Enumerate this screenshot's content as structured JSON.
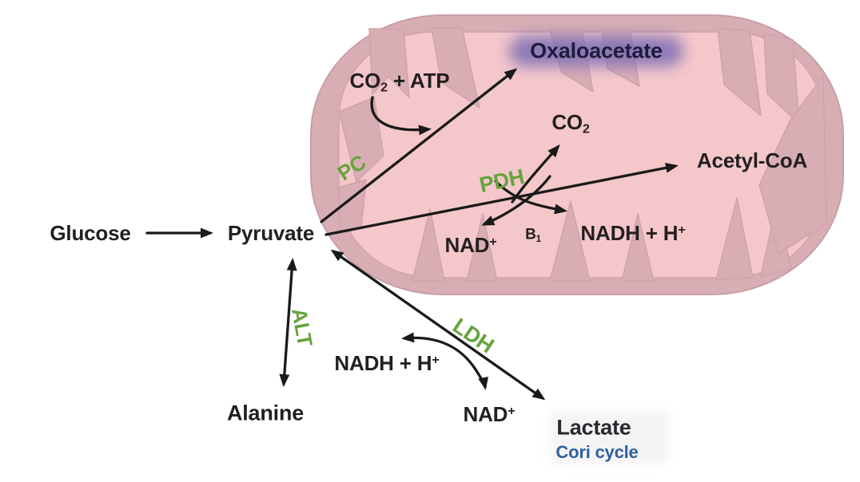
{
  "colors": {
    "background": "#ffffff",
    "text": "#231f20",
    "enzyme_green": "#67a33c",
    "cori_blue": "#2f619e",
    "arrow": "#1a1a1a",
    "mito_membrane": "#d8aeb4",
    "mito_matrix": "#f4c7cb",
    "mito_outline": "#c79fa7",
    "mito_crista_outline": "#cfa3ab",
    "oxaloacetate_glow": "#7b6cb4",
    "oxaloacetate_text": "#1d1d3c",
    "lactate_text": "#27292e",
    "lactate_backdrop": "#efefef"
  },
  "nodes": {
    "glucose": "Glucose",
    "pyruvate": "Pyruvate",
    "oxaloacetate": "Oxaloacetate",
    "acetyl_coa": "Acetyl-CoA",
    "alanine": "Alanine",
    "lactate": "Lactate",
    "cori_cycle": "Cori cycle"
  },
  "enzymes": {
    "pc": "PC",
    "pdh": "PDH",
    "alt": "ALT",
    "ldh": "LDH"
  },
  "cofactors": {
    "co2_atp": {
      "pre": "CO",
      "sub": "2",
      "post": " + ATP"
    },
    "co2": {
      "pre": "CO",
      "sub": "2"
    },
    "nad_mito": {
      "pre": "NAD",
      "sup": "+"
    },
    "b1": {
      "pre": "B",
      "sub": "1"
    },
    "nadh_mito": {
      "pre": "NADH + H",
      "sup": "+"
    },
    "nadh_cyto": {
      "pre": "NADH + H",
      "sup": "+"
    },
    "nad_cyto": {
      "pre": "NAD",
      "sup": "+"
    }
  }
}
